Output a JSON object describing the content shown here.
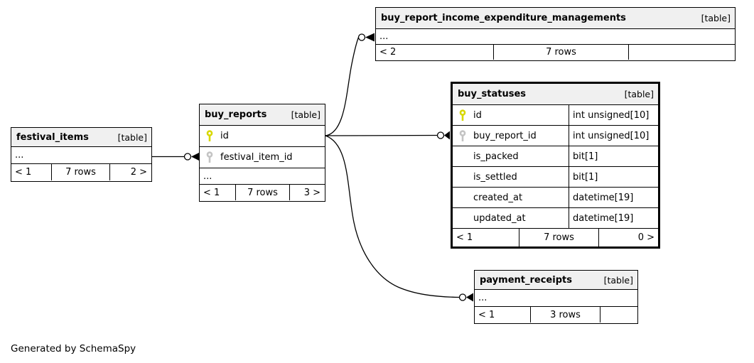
{
  "footer_note": "Generated by SchemaSpy",
  "colors": {
    "primary_key_icon": "#d8d800",
    "foreign_key_icon": "#c4c4c4",
    "table_header_bg": "#f0f0f0",
    "border": "#000000",
    "background": "#ffffff"
  },
  "tables": [
    {
      "name": "festival_items",
      "badge": "[table]",
      "ellipsis": "...",
      "stats": [
        "< 1",
        "7 rows",
        "2 >"
      ]
    },
    {
      "name": "buy_reports",
      "badge": "[table]",
      "columns": [
        {
          "name": "id",
          "key": "primary-key-icon"
        },
        {
          "name": "festival_item_id",
          "key": "foreign-key-icon"
        }
      ],
      "ellipsis": "...",
      "stats": [
        "< 1",
        "7 rows",
        "3 >"
      ]
    },
    {
      "name": "buy_report_income_expenditure_managements",
      "badge": "[table]",
      "ellipsis": "...",
      "stats": [
        "< 2",
        "7 rows",
        ""
      ]
    },
    {
      "name": "buy_statuses",
      "badge": "[table]",
      "columns": [
        {
          "name": "id",
          "type": "int unsigned[10]",
          "key": "primary-key-icon"
        },
        {
          "name": "buy_report_id",
          "type": "int unsigned[10]",
          "key": "foreign-key-icon"
        },
        {
          "name": "is_packed",
          "type": "bit[1]",
          "key": null
        },
        {
          "name": "is_settled",
          "type": "bit[1]",
          "key": null
        },
        {
          "name": "created_at",
          "type": "datetime[19]",
          "key": null
        },
        {
          "name": "updated_at",
          "type": "datetime[19]",
          "key": null
        }
      ],
      "stats": [
        "< 1",
        "7 rows",
        "0 >"
      ]
    },
    {
      "name": "payment_receipts",
      "badge": "[table]",
      "ellipsis": "...",
      "stats": [
        "< 1",
        "3 rows",
        ""
      ]
    }
  ]
}
